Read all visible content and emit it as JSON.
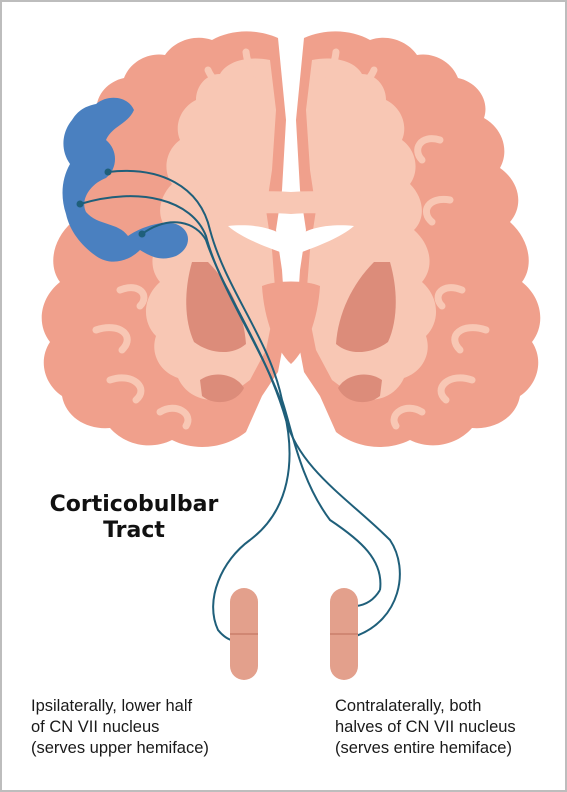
{
  "title": {
    "line1": "Corticobulbar",
    "line2": "Tract"
  },
  "captions": {
    "left": {
      "line1": "Ipsilaterally, lower half",
      "line2": "of CN VII nucleus",
      "line3": "(serves upper hemiface)"
    },
    "right": {
      "line1": "Contralaterally, both",
      "line2": "halves of CN VII nucleus",
      "line3": "(serves entire hemiface)"
    }
  },
  "colors": {
    "cortex": "#f0a08c",
    "white_matter": "#f8c7b4",
    "deep_nuclei": "#dc8c7a",
    "motor_cortex": "#4a80c0",
    "tract": "#1f5f7a",
    "nucleus": "#e3a08c"
  }
}
